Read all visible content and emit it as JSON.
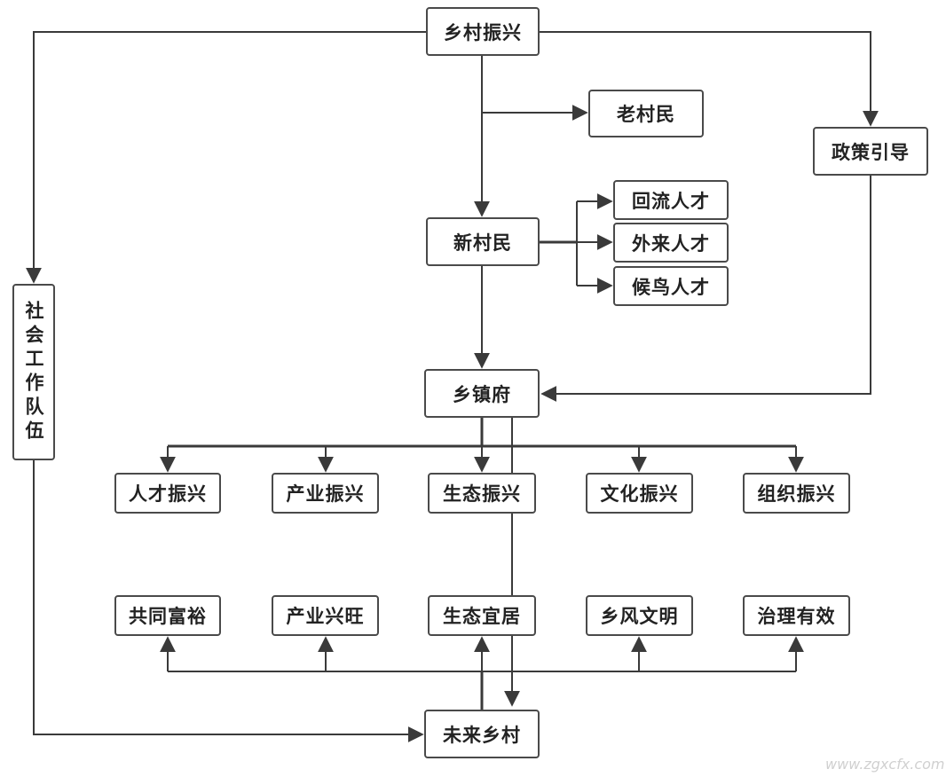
{
  "nodes": {
    "rural_revitalization": "乡村振兴",
    "old_villagers": "老村民",
    "policy_guidance": "政策引导",
    "new_villagers": "新村民",
    "returning_talent": "回流人才",
    "outside_talent": "外来人才",
    "migratory_talent": "候鸟人才",
    "social_work_team": "社会工作队伍",
    "township_government": "乡镇府",
    "talent_revitalization": "人才振兴",
    "industry_revitalization": "产业振兴",
    "ecological_revitalization": "生态振兴",
    "cultural_revitalization": "文化振兴",
    "organizational_revitalization": "组织振兴",
    "common_prosperity": "共同富裕",
    "prosperous_industry": "产业兴旺",
    "livable_ecology": "生态宜居",
    "civilized_rural_customs": "乡风文明",
    "effective_governance": "治理有效",
    "future_village": "未来乡村"
  },
  "watermark": "www.zgxcfx.com"
}
